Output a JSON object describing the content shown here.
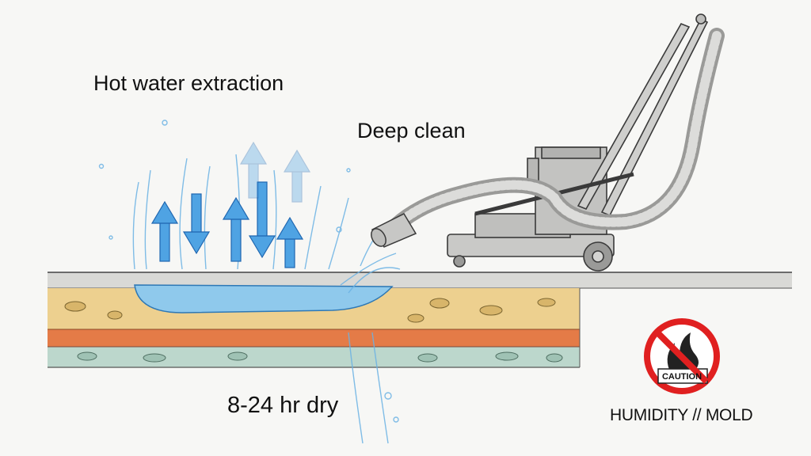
{
  "labels": {
    "title": "Hot water extraction",
    "deep_clean": "Deep clean",
    "dry_time": "8-24 hr dry",
    "warning": "HUMIDITY // MOLD"
  },
  "sign": {
    "text": "CAUTION",
    "icon": "no-fire-icon",
    "ring_color": "#e02020"
  },
  "colors": {
    "water": "#4da3e0",
    "carpet_top": "#e9c77f",
    "carpet_orange": "#e2703c",
    "carpet_green": "#b8d4c8",
    "ink": "#333333"
  }
}
